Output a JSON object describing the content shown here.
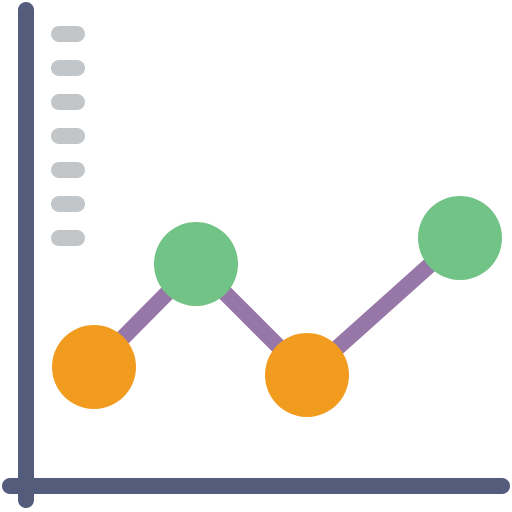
{
  "icon": {
    "name": "line-chart-icon",
    "colors": {
      "axis": "#535C7A",
      "tick": "#C3C6C8",
      "line": "#9777A8",
      "point_high": "#71C386",
      "point_low": "#F29C1F",
      "background": "#FFFFFF"
    },
    "tick_count": 7,
    "points": [
      {
        "level": "low",
        "color_key": "point_low"
      },
      {
        "level": "high",
        "color_key": "point_high"
      },
      {
        "level": "low",
        "color_key": "point_low"
      },
      {
        "level": "high",
        "color_key": "point_high"
      }
    ]
  }
}
